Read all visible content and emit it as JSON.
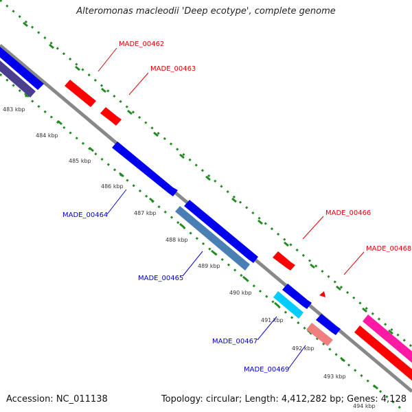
{
  "title": "Alteromonas macleodii 'Deep ecotype', complete genome",
  "footer": {
    "accession": "Accession: NC_011138",
    "stats": "Topology: circular; Length: 4,412,282 bp; Genes: 4,128"
  },
  "kbp_labels": [
    "483 kbp",
    "484 kbp",
    "485 kbp",
    "486 kbp",
    "487 kbp",
    "488 kbp",
    "489 kbp",
    "490 kbp",
    "491 kbp",
    "492 kbp",
    "493 kbp",
    "494 kbp"
  ],
  "gene_labels": {
    "made_00462": "MADE_00462",
    "made_00463": "MADE_00463",
    "made_00464": "MADE_00464",
    "made_00465": "MADE_00465",
    "made_00466": "MADE_00466",
    "made_00467": "MADE_00467",
    "made_00468": "MADE_00468",
    "made_00469": "MADE_00469"
  },
  "colors": {
    "backbone": "#888888",
    "gene_red": "#ff0000",
    "gene_blue": "#0000ee",
    "gene_navy": "#4a3f8f",
    "gene_steel": "#4a7fb5",
    "gene_cyan": "#00ccff",
    "gene_pink": "#f08080",
    "gene_magenta": "#ff1aa3",
    "tick_green": "#228b22"
  }
}
